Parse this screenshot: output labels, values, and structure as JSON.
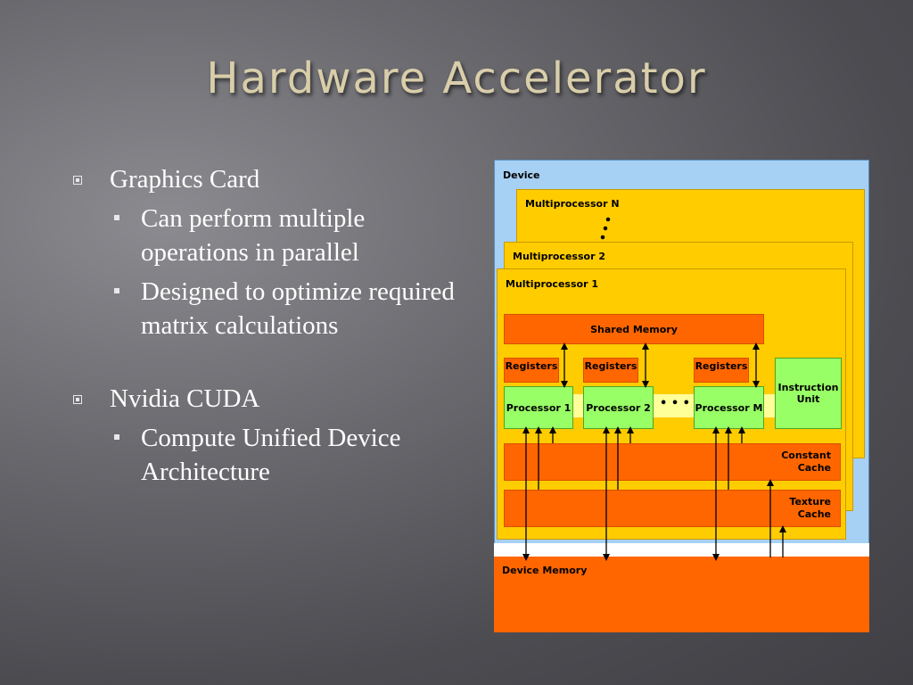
{
  "slide": {
    "title": "Hardware Accelerator"
  },
  "bullets": [
    {
      "text": "Graphics Card",
      "children": [
        "Can perform multiple operations in parallel",
        "Designed to optimize required matrix calculations"
      ]
    },
    {
      "text": "Nvidia CUDA",
      "children": [
        "Compute Unified Device Architecture"
      ]
    }
  ],
  "diagram": {
    "device_label": "Device",
    "multiprocessors": [
      "Multiprocessor N",
      "Multiprocessor 2",
      "Multiprocessor 1"
    ],
    "shared_memory": "Shared Memory",
    "registers": [
      "Registers",
      "Registers",
      "Registers"
    ],
    "processors": [
      "Processor 1",
      "Processor 2",
      "Processor M"
    ],
    "ellipsis": "• • •",
    "instruction_unit": "Instruction Unit",
    "constant_cache": "Constant Cache",
    "texture_cache": "Texture Cache",
    "device_memory": "Device Memory",
    "colors": {
      "device": "#a6d0f4",
      "multiprocessor": "#ffcc00",
      "memory": "#ff6600",
      "processor": "#99ff66",
      "title": "#d9ceaa"
    }
  }
}
